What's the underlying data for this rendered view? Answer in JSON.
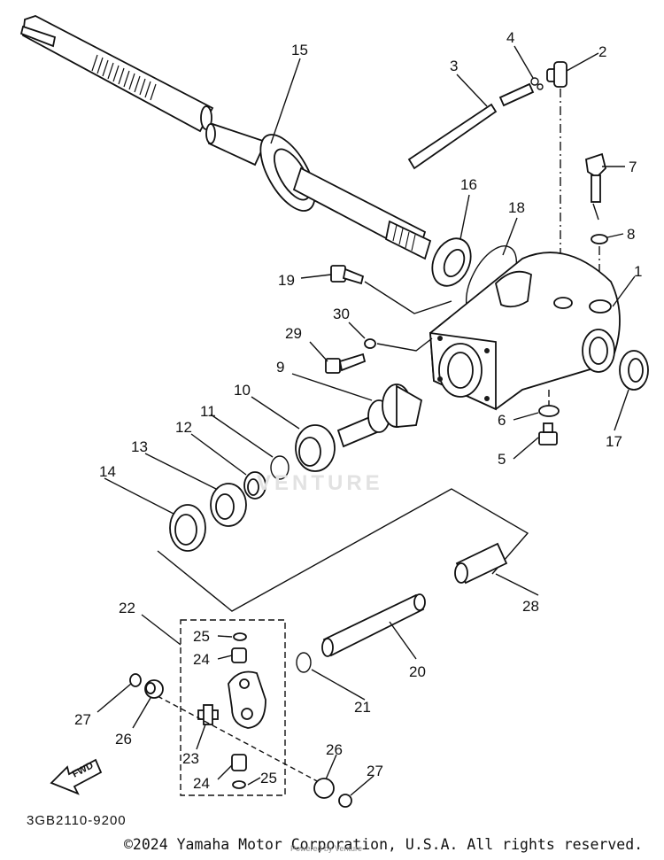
{
  "diagram": {
    "catalog_code": "3GB2110-9200",
    "copyright": "©2024 Yamaha Motor Corporation, U.S.A. All rights reserved.",
    "watermark": "VENTURE",
    "credit": "Powered by Venture",
    "fwd_label": "FWD",
    "callouts": {
      "p1": "1",
      "p2": "2",
      "p3": "3",
      "p4": "4",
      "p5": "5",
      "p6": "6",
      "p7": "7",
      "p8": "8",
      "p9": "9",
      "p10": "10",
      "p11": "11",
      "p12": "12",
      "p13": "13",
      "p14": "14",
      "p15": "15",
      "p16": "16",
      "p17": "17",
      "p18": "18",
      "p19": "19",
      "p20": "20",
      "p21": "21",
      "p22": "22",
      "p23": "23",
      "p24a": "24",
      "p24b": "24",
      "p25a": "25",
      "p25b": "25",
      "p26a": "26",
      "p26b": "26",
      "p27a": "27",
      "p27b": "27",
      "p28": "28",
      "p29": "29",
      "p30": "30"
    }
  }
}
